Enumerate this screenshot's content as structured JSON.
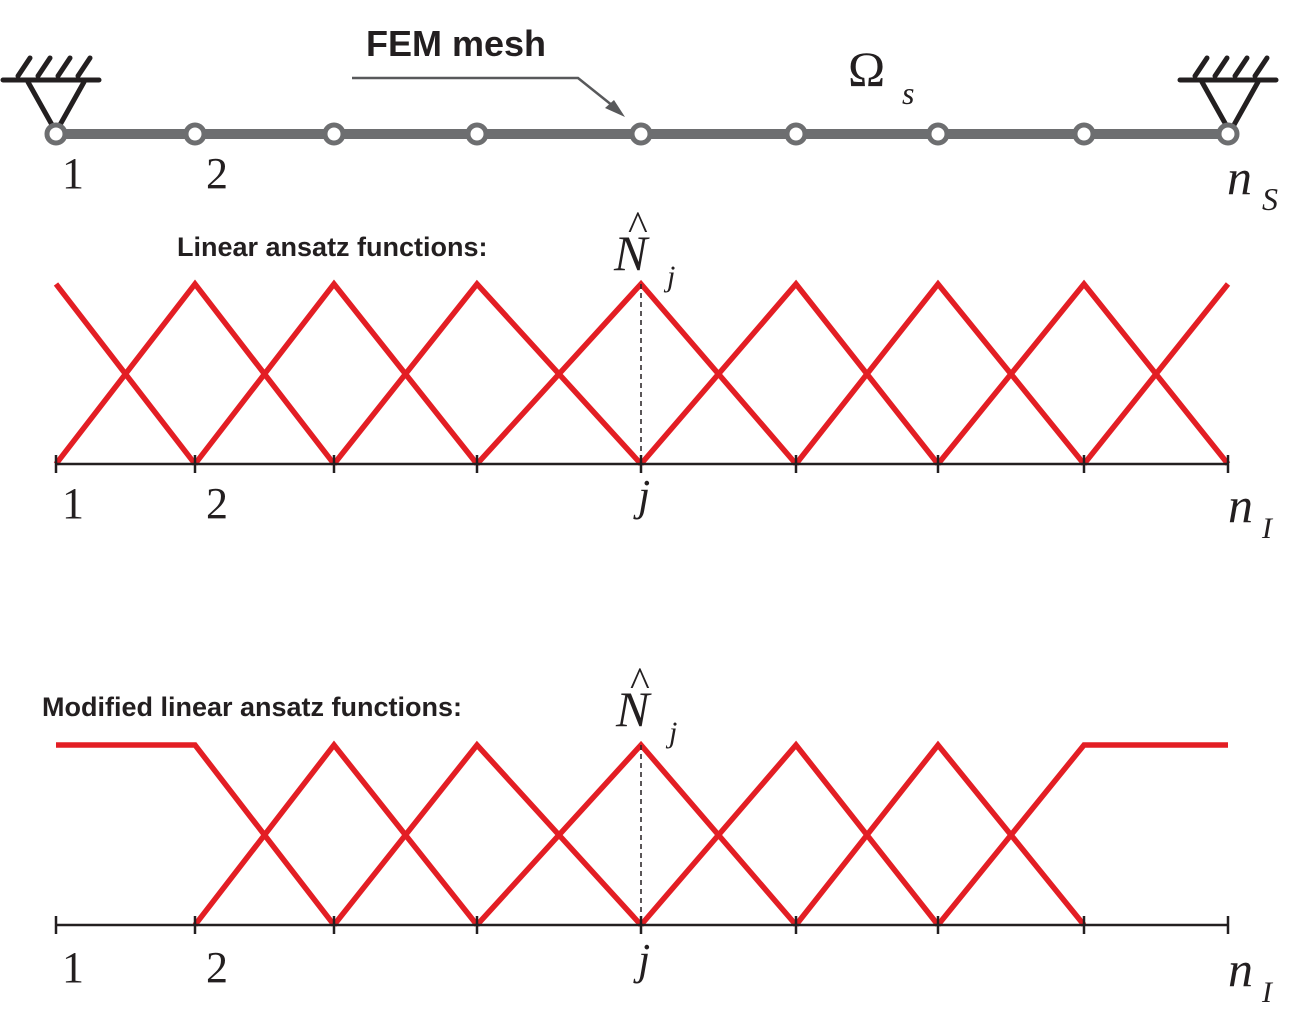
{
  "mesh": {
    "label": "FEM mesh",
    "domain_symbol": "Ω",
    "domain_subscript": "s",
    "node_labels": {
      "first": "1",
      "second": "2",
      "last_base": "n",
      "last_subscript": "S"
    },
    "node_count": 9,
    "colors": {
      "bar": "#6d6e70",
      "node_fill": "#ffffff",
      "support": "#231f20",
      "arrow": "#58595b"
    }
  },
  "linear": {
    "title": "Linear ansatz functions:",
    "function_symbol": "N",
    "function_hat": "^",
    "function_subscript": "j",
    "tick_labels": {
      "first": "1",
      "second": "2",
      "j": "j",
      "last_base": "n",
      "last_subscript": "I"
    },
    "curve_color": "#e31e24",
    "axis_color": "#231f20"
  },
  "modified": {
    "title": "Modified linear ansatz functions:",
    "function_symbol": "N",
    "function_hat": "^",
    "function_subscript": "j",
    "tick_labels": {
      "first": "1",
      "second": "2",
      "j": "j",
      "last_base": "n",
      "last_subscript": "I"
    },
    "curve_color": "#e31e24",
    "axis_color": "#231f20"
  }
}
